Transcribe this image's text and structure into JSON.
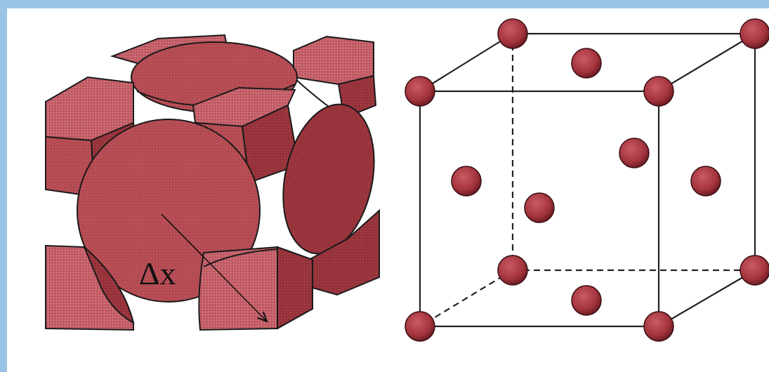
{
  "colors": {
    "border": "#9bc3e6",
    "atom_fill": "#b4474f",
    "atom_face": "#c45f68",
    "atom_shadow": "#8e2f36",
    "edge": "#222222"
  },
  "left_figure": {
    "name": "fcc-space-filling-model",
    "arrow_label": "Δx"
  },
  "right_figure": {
    "name": "fcc-lattice-points",
    "corner_atoms": 8,
    "face_center_atoms": 6
  }
}
